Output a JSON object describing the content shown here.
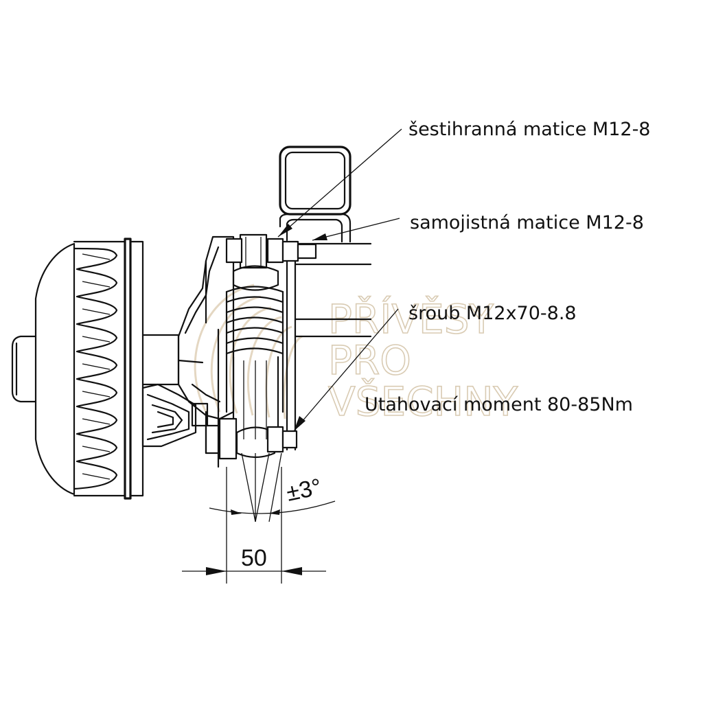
{
  "labels": {
    "hex_nut": "šestihranná matice M12-8",
    "lock_nut": "samojistná matice M12-8",
    "bolt": "šroub M12x70-8.8",
    "torque": "Utahovací moment 80-85Nm"
  },
  "dimensions": {
    "width": "50",
    "angle": "±3°"
  },
  "watermark": {
    "line1": "PŘÍVĚSY",
    "line2": "PRO",
    "line3": "VŠECHNY"
  },
  "colors": {
    "line": "#111111",
    "watermark": "#d9cbb3",
    "background": "#ffffff"
  }
}
